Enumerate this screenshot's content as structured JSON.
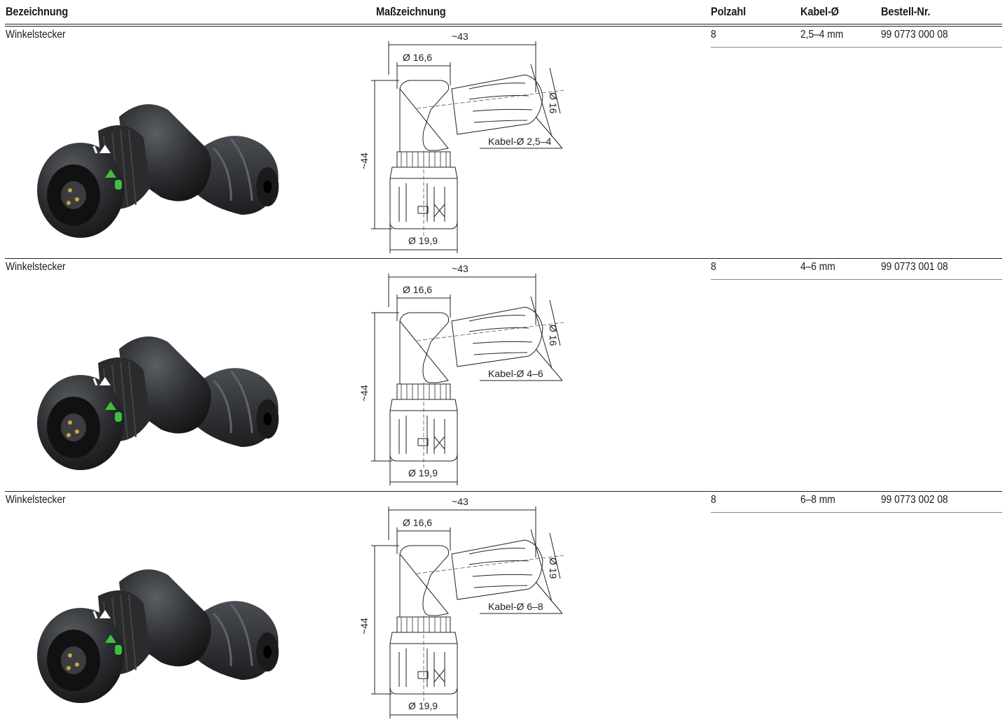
{
  "header": {
    "bezeichnung": "Bezeichnung",
    "masszeichnung": "Maßzeichnung",
    "polzahl": "Polzahl",
    "kabel": "Kabel-Ø",
    "bestell": "Bestell-Nr."
  },
  "rows": [
    {
      "name": "Winkelstecker",
      "polzahl": "8",
      "kabel": "2,5–4 mm",
      "bestell": "99 0773 000 08",
      "drawing": {
        "overall_width": "~43",
        "top_dia": "Ø 16,6",
        "cable_nut_dia": "Ø 16",
        "cable_range": "Kabel-Ø 2,5–4",
        "height": "~44",
        "bottom_dia": "Ø 19,9"
      }
    },
    {
      "name": "Winkelstecker",
      "polzahl": "8",
      "kabel": "4–6 mm",
      "bestell": "99 0773 001 08",
      "drawing": {
        "overall_width": "~43",
        "top_dia": "Ø 16,6",
        "cable_nut_dia": "Ø 16",
        "cable_range": "Kabel-Ø 4–6",
        "height": "~44",
        "bottom_dia": "Ø 19,9"
      }
    },
    {
      "name": "Winkelstecker",
      "polzahl": "8",
      "kabel": "6–8 mm",
      "bestell": "99 0773 002 08",
      "drawing": {
        "overall_width": "~43",
        "top_dia": "Ø 16,6",
        "cable_nut_dia": "Ø 19",
        "cable_range": "Kabel-Ø 6–8",
        "height": "~44",
        "bottom_dia": "Ø 19,9"
      }
    }
  ],
  "colors": {
    "connector_body": "#2b2d30",
    "accent_green": "#3fbf3f",
    "rule": "#222222"
  }
}
